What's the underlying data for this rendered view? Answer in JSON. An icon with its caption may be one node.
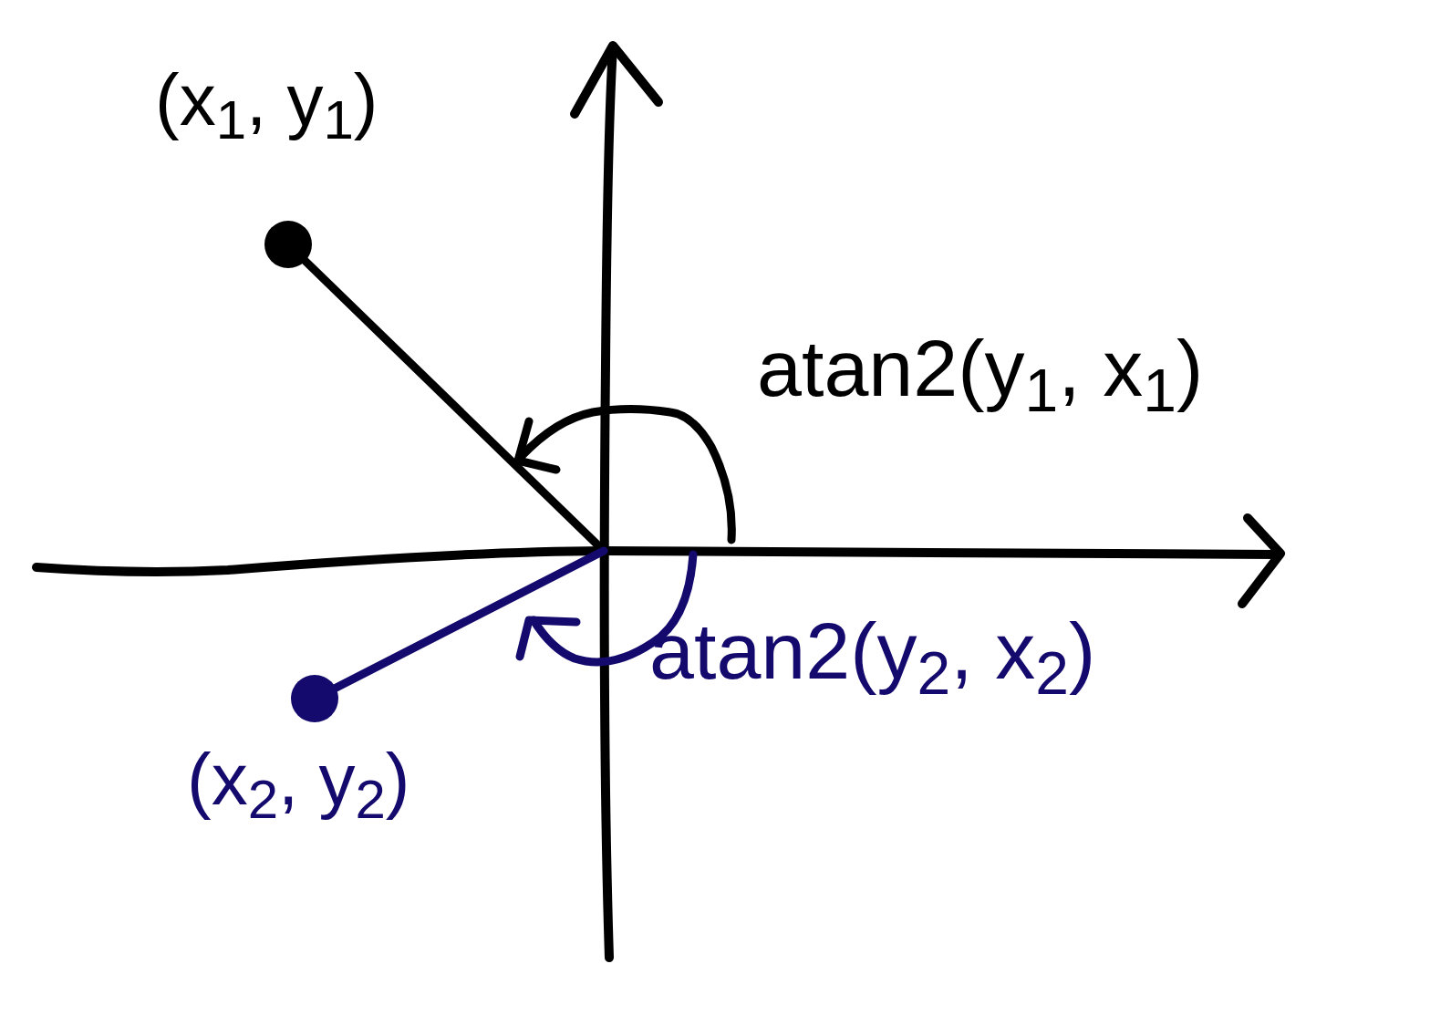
{
  "diagram": {
    "nodes": [
      {
        "text": [],
        "shape": "circle",
        "beside": [
          "(x$_{1}$, y$_{1}$)"
        ]
      },
      {
        "text": [],
        "shape": "circle",
        "beside": [
          "(x$_{2}$, y$_{2}$)"
        ]
      }
    ],
    "edges": [
      {
        "from": 0,
        "to": null,
        "arrow": "none"
      },
      {
        "from": 1,
        "to": null,
        "arrow": "none",
        "color": "#140a6e"
      }
    ],
    "labels": [
      "atan2(y$_{1}$, x$_{1}$)",
      "atan2(y$_{2}$, x$_{2}$)"
    ]
  }
}
